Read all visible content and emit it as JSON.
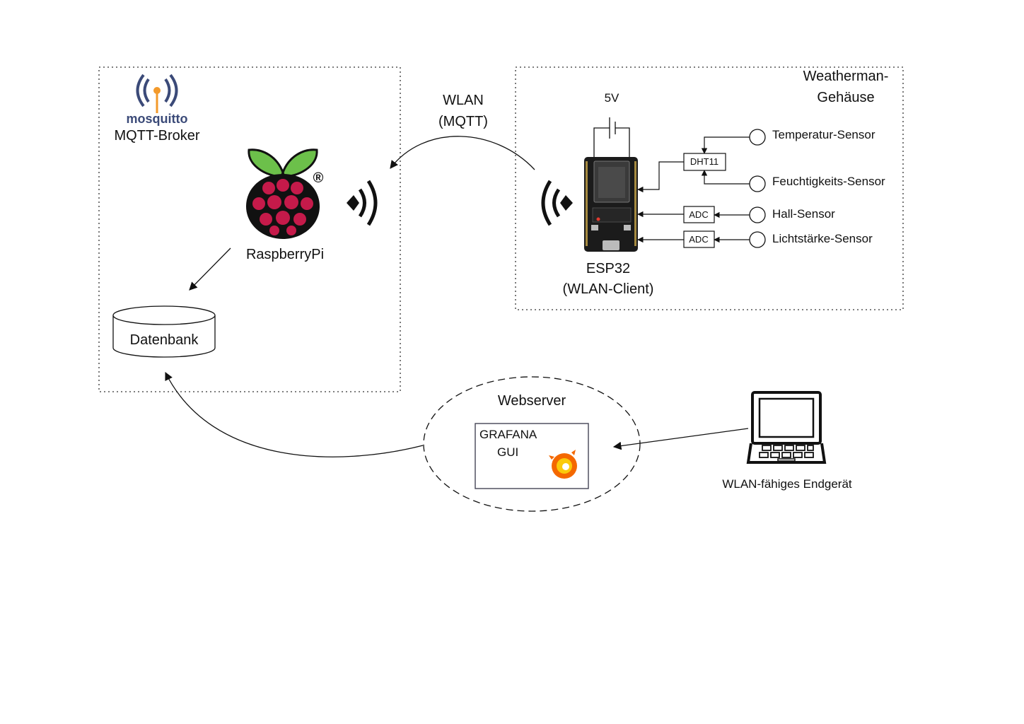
{
  "broker": {
    "logo_text": "mosquitto",
    "label": "MQTT-Broker",
    "pi_label": "RaspberryPi",
    "pi_registered": "®",
    "database_label": "Datenbank"
  },
  "link": {
    "line1": "WLAN",
    "line2": "(MQTT)"
  },
  "enclosure": {
    "title_line1": "Weatherman-",
    "title_line2": "Gehäuse",
    "voltage": "5V",
    "esp_line1": "ESP32",
    "esp_line2": "(WLAN-Client)",
    "dht_label": "DHT11",
    "adc1_label": "ADC",
    "adc2_label": "ADC",
    "sensors": {
      "temperature": "Temperatur-Sensor",
      "humidity": "Feuchtigkeits-Sensor",
      "hall": "Hall-Sensor",
      "light": "Lichtstärke-Sensor"
    }
  },
  "webserver": {
    "label": "Webserver",
    "app_line1": "GRAFANA",
    "app_line2": "GUI"
  },
  "device": {
    "label": "WLAN-fähiges Endgerät"
  },
  "colors": {
    "pi_berry": "#c51a4a",
    "pi_leaf": "#6cc04a",
    "mosquitto_blue": "#3b4a78",
    "mosquitto_orange": "#f39a2b",
    "grafana_orange": "#f46800",
    "grafana_yellow": "#fbca0a"
  }
}
